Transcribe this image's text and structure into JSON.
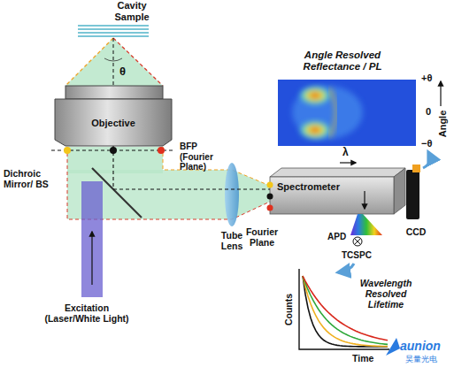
{
  "diagram": {
    "nodes": [
      {
        "text": [
          "Objective"
        ]
      },
      {
        "text": [
          "Spectrometer"
        ]
      }
    ],
    "edges": [
      {
        "from": 0,
        "to": 1,
        "arrow": "none"
      }
    ],
    "labels": [
      "Cavity Sample",
      "θ",
      "BFP (Fourier Plane)",
      "Dichroic Mirror/ BS",
      "Excitation (Laser/White Light)",
      "Tube Lens",
      "Fourier Plane",
      "CCD",
      "APD",
      "TCSPC",
      "Angle Resolved Reflectance / PL",
      "+θ",
      "0",
      "−θ",
      "Angle",
      "λ",
      "Wavelength Resolved Lifetime",
      "Counts",
      "Time",
      "aunion",
      "昊量光电"
    ]
  }
}
